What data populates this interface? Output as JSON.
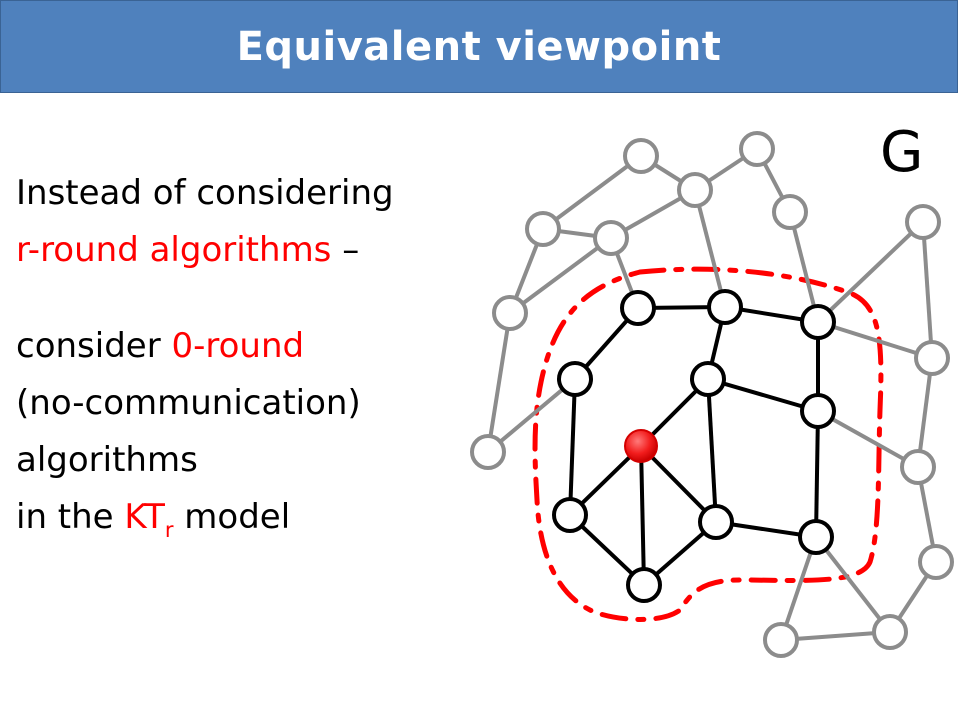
{
  "slide": {
    "title": "Equivalent viewpoint",
    "line1": "Instead of considering",
    "line2_red": "r-round algorithms",
    "line2_dash": " –",
    "line3_prefix": "consider ",
    "line3_red": "0-round",
    "line4": "(no-communication)",
    "line5": "algorithms",
    "line6_prefix": "in the ",
    "line6_red_main": "KT",
    "line6_red_sub": "r",
    "line6_suffix": " model",
    "graph_label": "G"
  },
  "colors": {
    "title_bg": "#4f81bd",
    "accent_red": "#ff0000",
    "outer_edge": "#8c8c8c",
    "inner_edge": "#000000"
  }
}
